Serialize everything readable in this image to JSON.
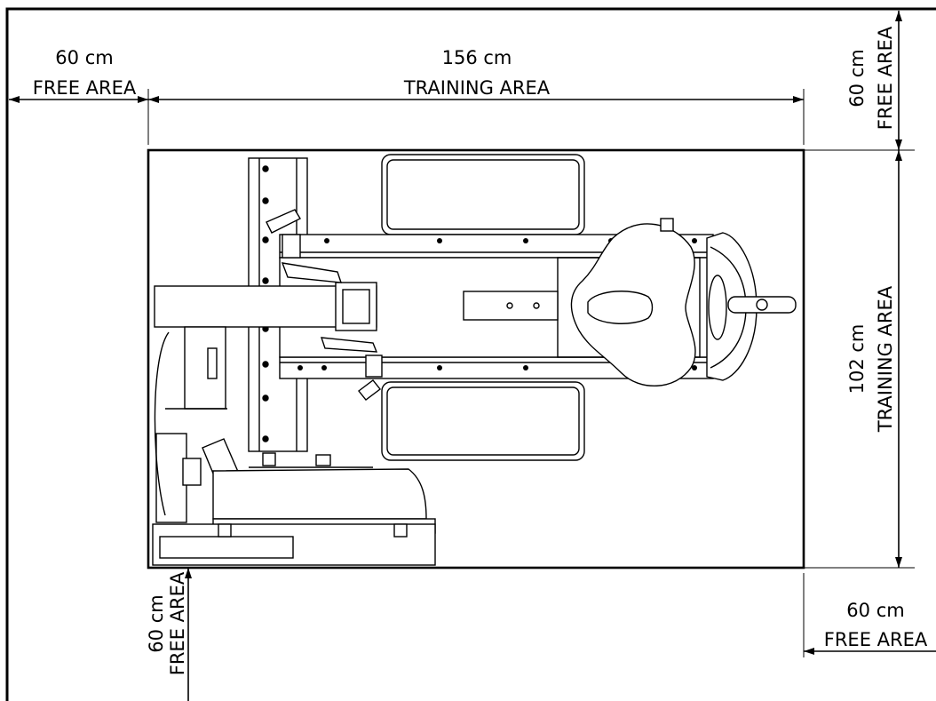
{
  "top_left": {
    "value": "60 cm",
    "caption": "FREE AREA"
  },
  "top_center": {
    "value": "156 cm",
    "caption": "TRAINING AREA"
  },
  "top_right": {
    "value": "60 cm",
    "caption": "FREE AREA"
  },
  "right_middle": {
    "value": "102 cm",
    "caption": "TRAINING AREA"
  },
  "bottom_right": {
    "value": "60 cm",
    "caption": "FREE AREA"
  },
  "bottom_left": {
    "value": "60 cm",
    "caption": "FREE AREA"
  }
}
